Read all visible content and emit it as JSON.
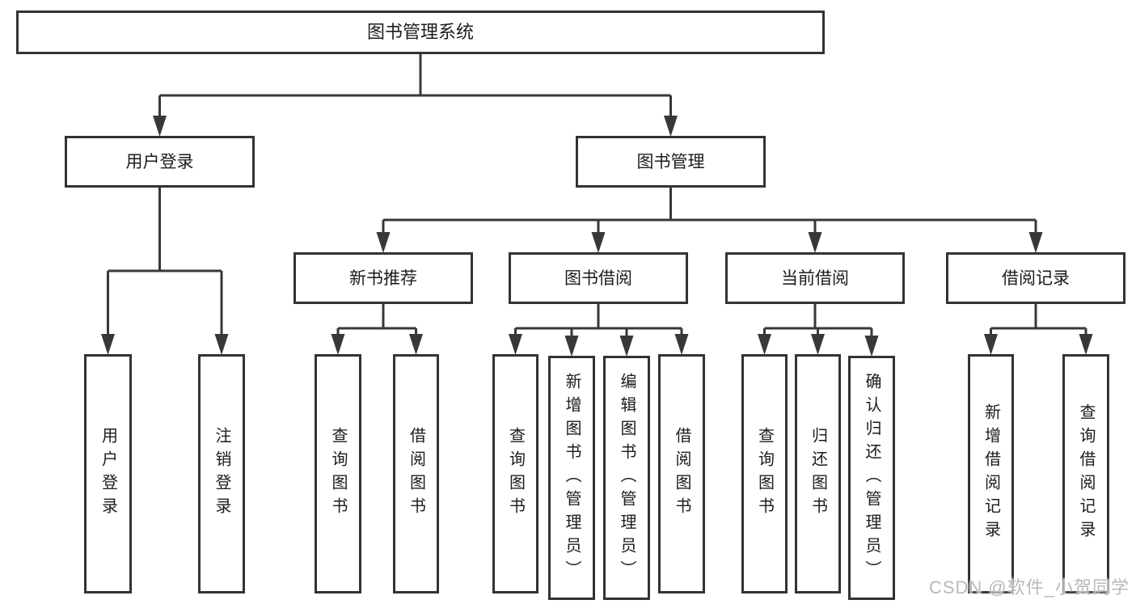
{
  "diagram": {
    "watermark": "CSDN @软件_小贺同学",
    "colors": {
      "background": "#ffffff",
      "line": "#383838",
      "box_border": "#333333",
      "text": "#1c1c1c",
      "watermark": "#b9b9b9"
    },
    "nodes": [
      {
        "id": "system",
        "label": "图书管理系统"
      },
      {
        "id": "user-login-branch",
        "label": "用户登录"
      },
      {
        "id": "book-management",
        "label": "图书管理"
      },
      {
        "id": "new-book-recommend",
        "label": "新书推荐"
      },
      {
        "id": "book-borrowing",
        "label": "图书借阅"
      },
      {
        "id": "current-borrowing",
        "label": "当前借阅"
      },
      {
        "id": "borrowing-records",
        "label": "借阅记录"
      },
      {
        "id": "user-login",
        "label": "用户登录"
      },
      {
        "id": "logout",
        "label": "注销登录"
      },
      {
        "id": "nb-query-books",
        "label": "查询图书"
      },
      {
        "id": "nb-borrow-books",
        "label": "借阅图书"
      },
      {
        "id": "bb-query-books",
        "label": "查询图书"
      },
      {
        "id": "bb-add-books-admin",
        "label": "新增图书（管理员）"
      },
      {
        "id": "bb-edit-books-admin",
        "label": "编辑图书（管理员）"
      },
      {
        "id": "bb-borrow-books",
        "label": "借阅图书"
      },
      {
        "id": "cb-query-books",
        "label": "查询图书"
      },
      {
        "id": "cb-return-books",
        "label": "归还图书"
      },
      {
        "id": "cb-confirm-return-admin",
        "label": "确认归还（管理员）"
      },
      {
        "id": "br-add-record",
        "label": "新增借阅记录"
      },
      {
        "id": "br-query-record",
        "label": "查询借阅记录"
      }
    ]
  }
}
